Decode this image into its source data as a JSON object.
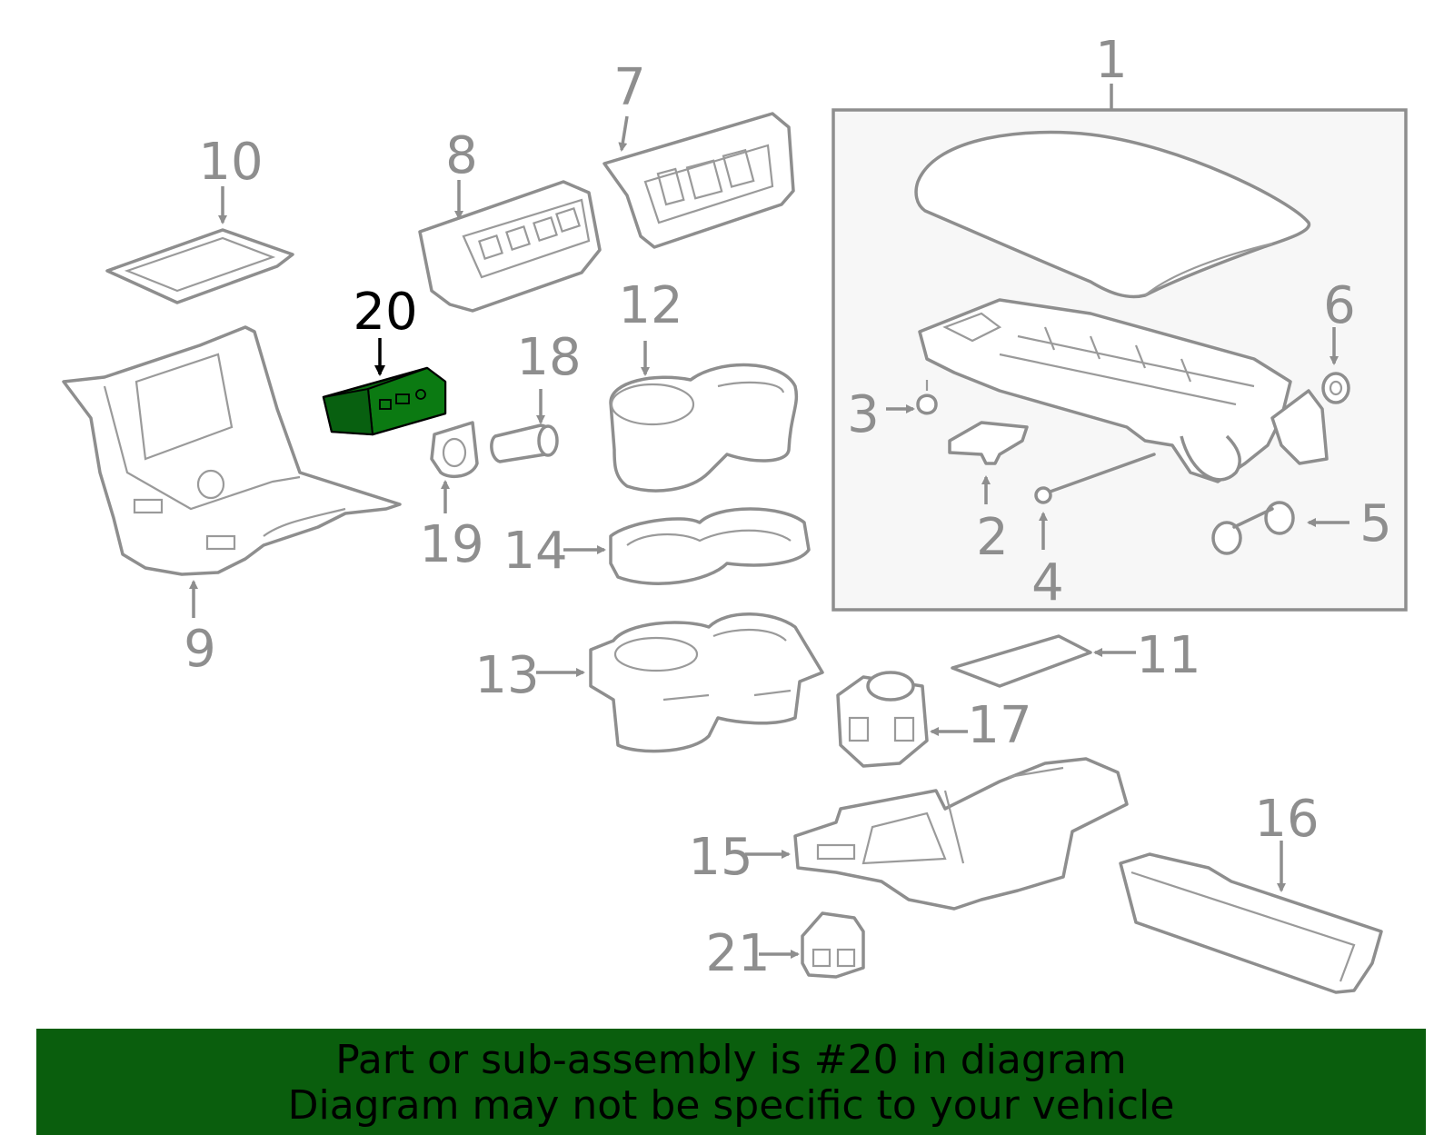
{
  "diagram": {
    "callouts": [
      "1",
      "2",
      "3",
      "4",
      "5",
      "6",
      "7",
      "8",
      "9",
      "10",
      "11",
      "12",
      "13",
      "14",
      "15",
      "16",
      "17",
      "18",
      "19",
      "20",
      "21"
    ],
    "highlighted_part": "20",
    "colors": {
      "part_stroke": "#8e8e8e",
      "highlight_fill": "#0a6e10",
      "caption_bg": "#0a5e0d",
      "inset_bg": "#f7f7f7"
    }
  },
  "caption": {
    "line1": "Part or sub-assembly is #20 in diagram",
    "line2": "Diagram may not be specific to your vehicle"
  }
}
